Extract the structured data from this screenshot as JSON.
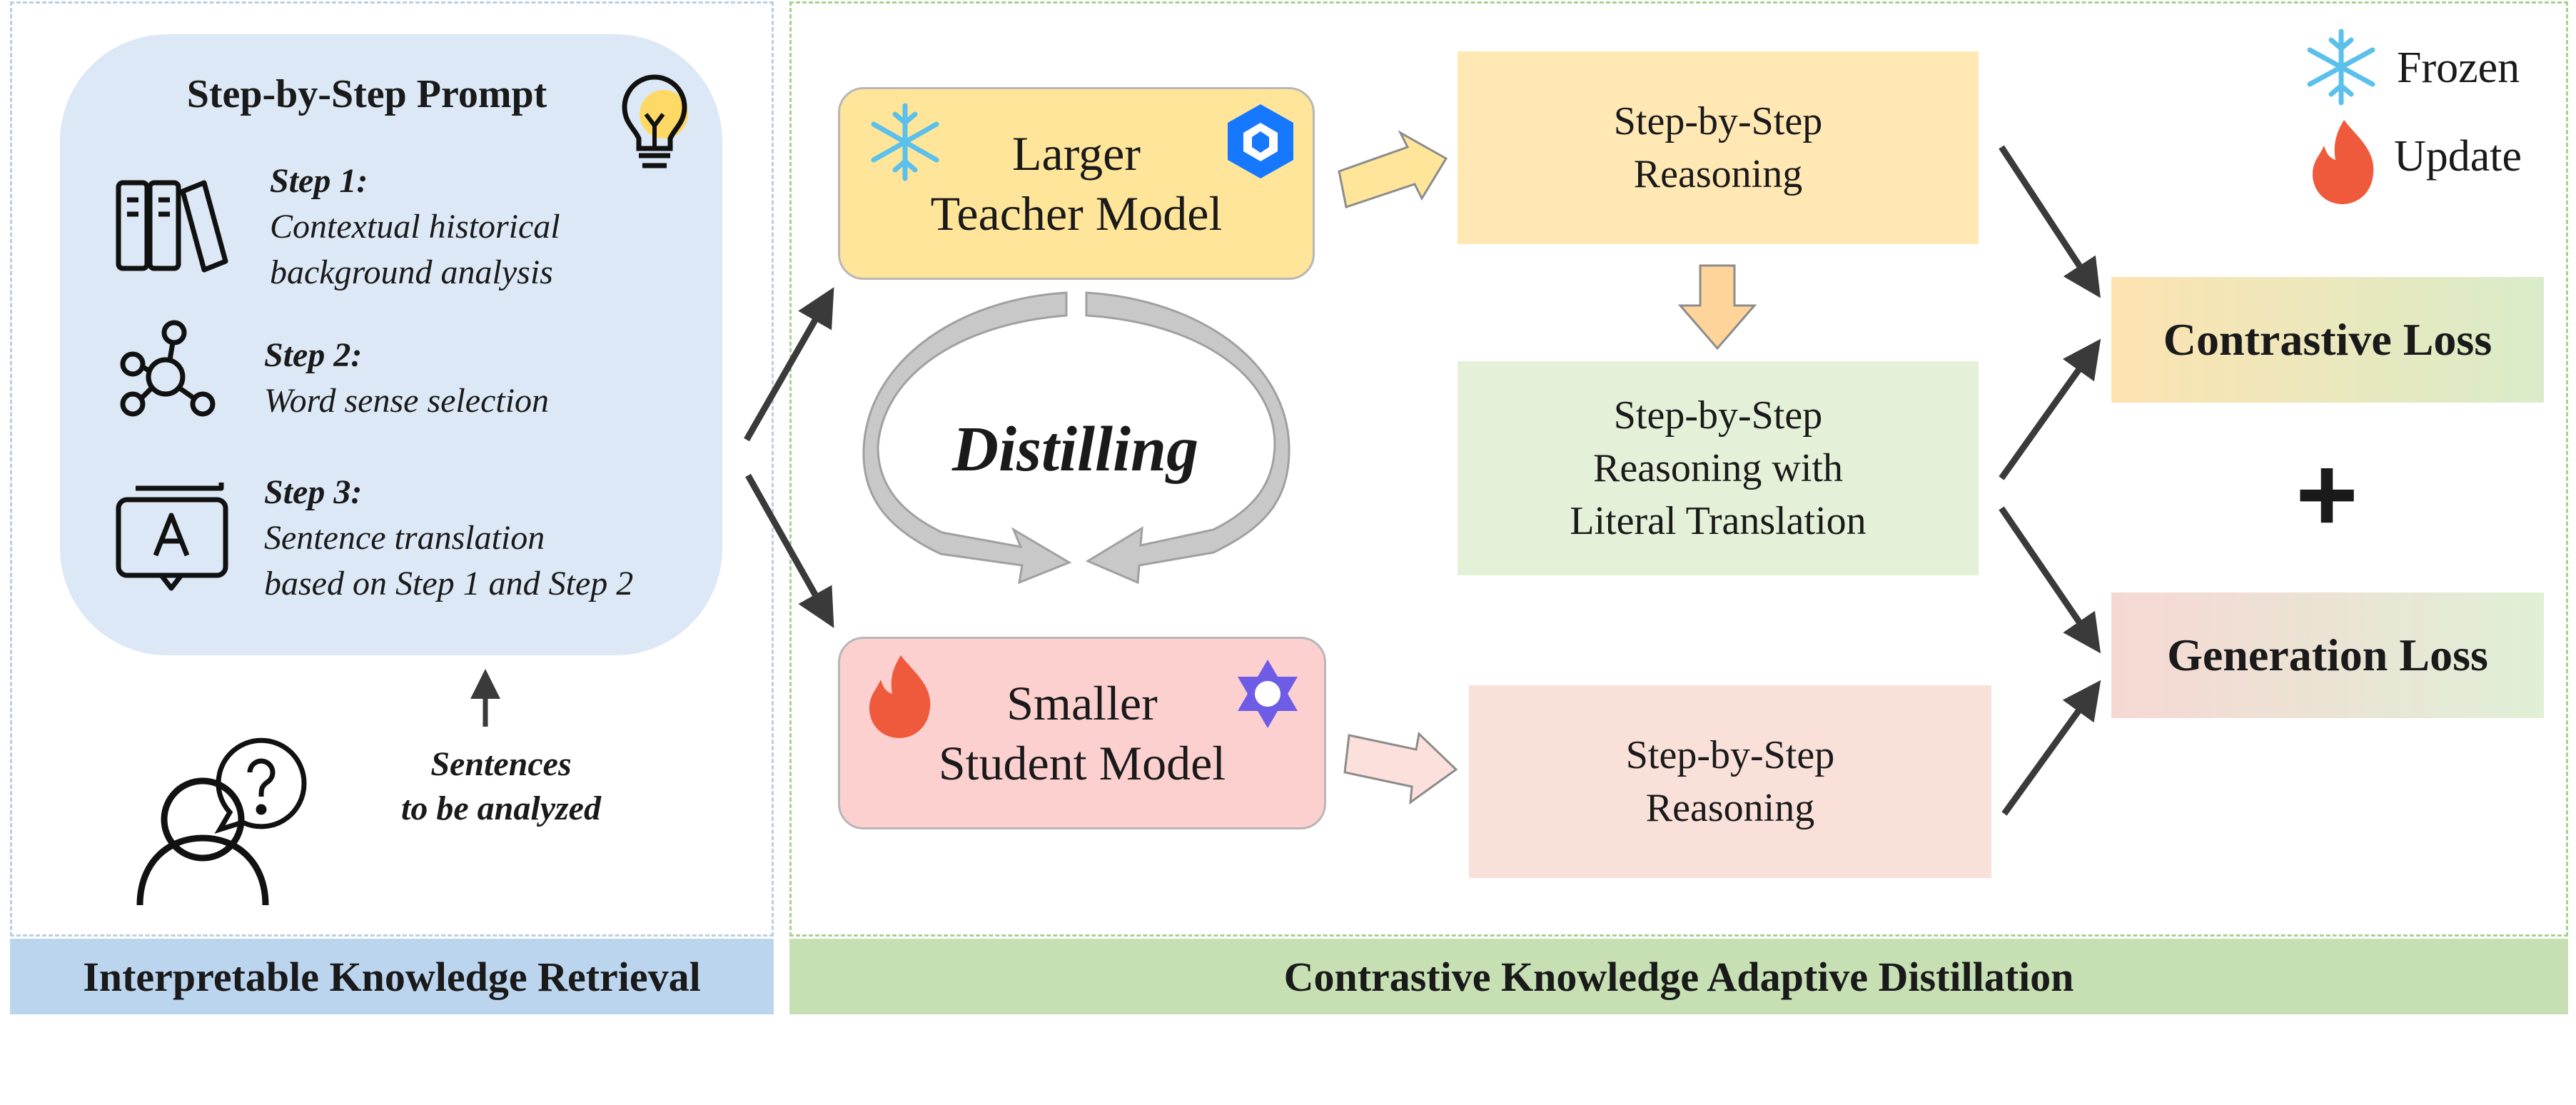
{
  "left_panel": {
    "prompt_title": "Step-by-Step Prompt",
    "steps": [
      {
        "title": "Step 1:",
        "lines": [
          "Contextual historical",
          "background analysis"
        ]
      },
      {
        "title": "Step 2:",
        "lines": [
          "Word sense selection"
        ]
      },
      {
        "title": "Step 3:",
        "lines": [
          "Sentence translation",
          "based on  Step 1 and Step 2"
        ]
      }
    ],
    "query_lines": [
      "Sentences",
      "to be analyzed"
    ],
    "footer": "Interpretable Knowledge Retrieval"
  },
  "right_panel": {
    "teacher_lines": [
      "Larger",
      "Teacher Model"
    ],
    "student_lines": [
      "Smaller",
      "Student Model"
    ],
    "distilling": "Distilling",
    "teacher_reasoning_lines": [
      "Step-by-Step",
      "Reasoning"
    ],
    "literal_reasoning_lines": [
      "Step-by-Step",
      "Reasoning with",
      "Literal Translation"
    ],
    "student_reasoning_lines": [
      "Step-by-Step",
      "Reasoning"
    ],
    "contrastive_loss": "Contrastive Loss",
    "plus": "+",
    "generation_loss": "Generation Loss",
    "legend": {
      "frozen": "Frozen",
      "update": "Update"
    },
    "footer": "Contrastive Knowledge Adaptive Distillation"
  },
  "colors": {
    "frozen_icon": "#5bc0eb",
    "fire_icon": "#f05a3c",
    "teacher_logo": "#1677ff",
    "student_logo": "#6f5ce6",
    "arrow_dark": "#3a3a3a",
    "arrow_gray": "#c8c8c8"
  }
}
